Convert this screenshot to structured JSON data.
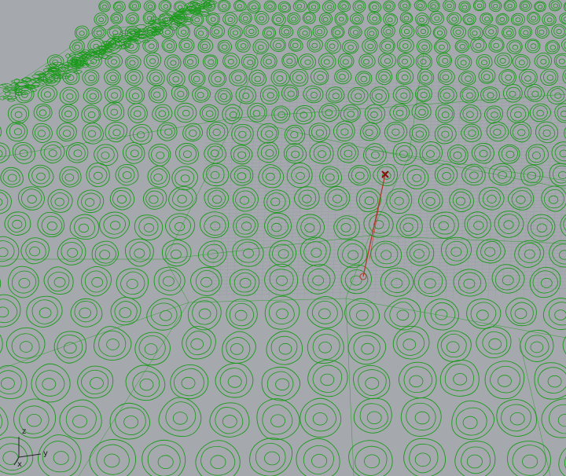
{
  "viewport": {
    "background_color": "#a5a8ad",
    "mesh_color": "#1a9a1a",
    "grid_color": "#7f8a95",
    "selection_color": "#b03a2e",
    "marker_color": "#8a1010"
  },
  "axis_widget": {
    "z_label": "z",
    "y_label": "y",
    "x_label": "x"
  },
  "selected_curve": {
    "marker_icon": "x-cross-icon"
  }
}
